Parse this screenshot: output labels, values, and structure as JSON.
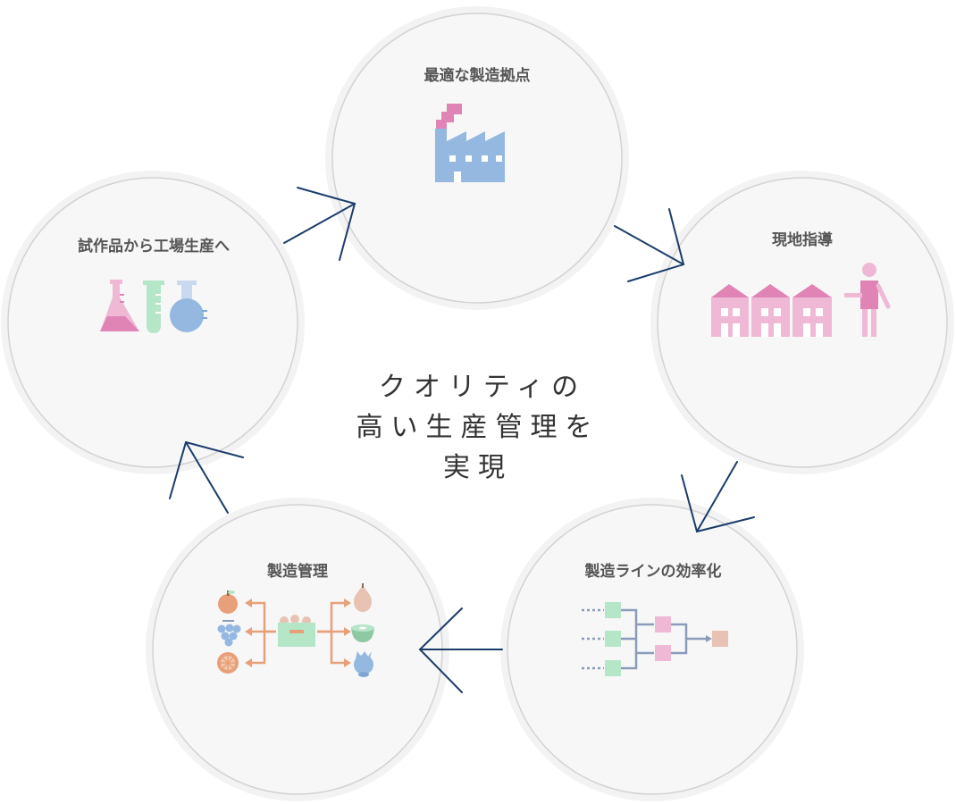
{
  "center": {
    "lines": [
      "クオリティの",
      "高い生産管理を",
      "実現"
    ]
  },
  "nodes": [
    {
      "id": "optimal-base",
      "title": "最適な製造拠点",
      "icon": "factory-icon"
    },
    {
      "id": "onsite-guidance",
      "title": "現地指導",
      "icon": "houses-instructor-icon"
    },
    {
      "id": "line-efficiency",
      "title": "製造ラインの効率化",
      "icon": "flow-chart-icon"
    },
    {
      "id": "production-management",
      "title": "製造管理",
      "icon": "produce-sorting-icon"
    },
    {
      "id": "prototype-to-factory",
      "title": "試作品から工場生産へ",
      "icon": "lab-flasks-icon"
    }
  ],
  "colors": {
    "circle_fill": "#f7f7f7",
    "circle_stroke": "#d6d6d6",
    "arrow": "#1b3d6b",
    "pink": "#e084b5",
    "light_pink": "#efb8d5",
    "blue": "#94b8e0",
    "green": "#b5e6c8",
    "orange": "#e8a07a",
    "peach": "#e8c3b3"
  }
}
